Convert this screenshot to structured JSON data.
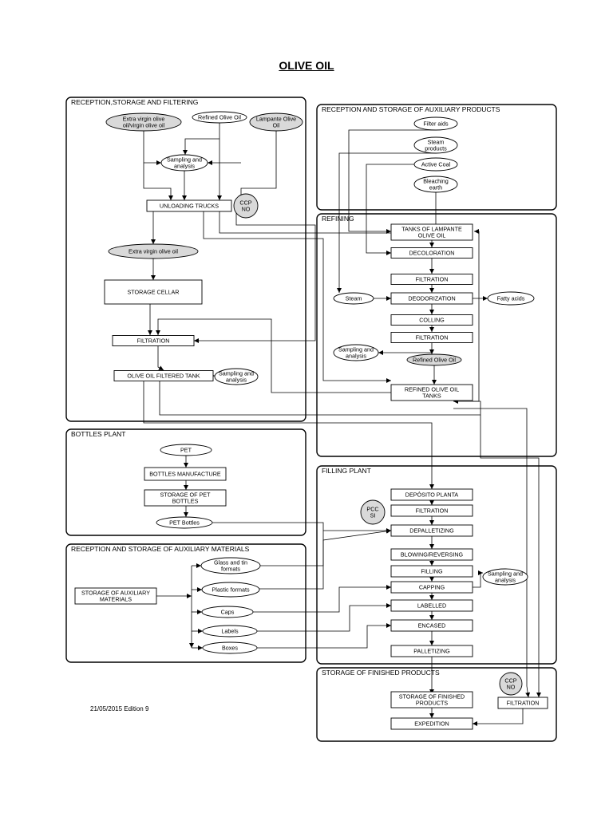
{
  "title": "OLIVE OIL",
  "footer": "21/05/2015 Edition 9",
  "sections": [
    {
      "id": "reception-storage-filtering",
      "label": "RECEPTION,STORAGE AND FILTERING"
    },
    {
      "id": "reception-auxiliary-products",
      "label": "RECEPTION AND STORAGE OF AUXILIARY PRODUCTS"
    },
    {
      "id": "refining",
      "label": "REFINING"
    },
    {
      "id": "bottles-plant",
      "label": "BOTTLES PLANT"
    },
    {
      "id": "filling-plant",
      "label": "FILLING PLANT"
    },
    {
      "id": "reception-auxiliary-materials",
      "label": "RECEPTION AND STORAGE OF AUXILIARY MATERIALS"
    },
    {
      "id": "storage-finished-products",
      "label": "STORAGE OF FINISHED PRODUCTS"
    }
  ],
  "nodes": [
    {
      "id": "extra-virgin-input",
      "shape": "ellipse",
      "fill": "#d9d9d9",
      "lines": [
        "Extra virgin olive",
        "oil/virgin olive oil"
      ]
    },
    {
      "id": "refined-olive-oil-input",
      "shape": "ellipse",
      "fill": "#ffffff",
      "lines": [
        "Refined Olive Oil"
      ]
    },
    {
      "id": "lampante-input",
      "shape": "ellipse",
      "fill": "#d9d9d9",
      "lines": [
        "Lampante Olive",
        "Oil"
      ]
    },
    {
      "id": "sampling-1",
      "shape": "ellipse",
      "fill": "#ffffff",
      "lines": [
        "Sampling and",
        "analysis"
      ]
    },
    {
      "id": "unloading-trucks",
      "shape": "rect",
      "lines": [
        "UNLOADING TRUCKS"
      ]
    },
    {
      "id": "ccp-no-1",
      "shape": "circle",
      "fill": "#d9d9d9",
      "lines": [
        "CCP",
        "NO"
      ]
    },
    {
      "id": "extra-virgin-oil",
      "shape": "ellipse",
      "fill": "#d9d9d9",
      "lines": [
        "Extra virgin olive oil"
      ]
    },
    {
      "id": "storage-cellar",
      "shape": "rect",
      "lines": [
        "STORAGE CELLAR"
      ]
    },
    {
      "id": "filtration-1",
      "shape": "rect",
      "lines": [
        "FILTRATION"
      ]
    },
    {
      "id": "filtered-tank",
      "shape": "rect",
      "lines": [
        "OLIVE OIL FILTERED TANK"
      ]
    },
    {
      "id": "sampling-2",
      "shape": "ellipse",
      "fill": "#ffffff",
      "lines": [
        "Sampling and",
        "analysis"
      ]
    },
    {
      "id": "filter-aids",
      "shape": "ellipse",
      "fill": "#ffffff",
      "lines": [
        "Filter aids"
      ]
    },
    {
      "id": "steam-products",
      "shape": "ellipse",
      "fill": "#ffffff",
      "lines": [
        "Steam",
        "products"
      ]
    },
    {
      "id": "active-coal",
      "shape": "ellipse",
      "fill": "#ffffff",
      "lines": [
        "Active Coal"
      ]
    },
    {
      "id": "bleaching-earth",
      "shape": "ellipse",
      "fill": "#ffffff",
      "lines": [
        "Bleaching",
        "earth"
      ]
    },
    {
      "id": "tanks-lampante",
      "shape": "rect",
      "lines": [
        "TANKS OF LAMPANTE",
        "OLIVE OIL"
      ]
    },
    {
      "id": "decoloration",
      "shape": "rect",
      "lines": [
        "DECOLORATION"
      ]
    },
    {
      "id": "filtration-2",
      "shape": "rect",
      "lines": [
        "FILTRATION"
      ]
    },
    {
      "id": "steam",
      "shape": "ellipse",
      "fill": "#ffffff",
      "lines": [
        "Steam"
      ]
    },
    {
      "id": "deodorization",
      "shape": "rect",
      "lines": [
        "DEODORIZATION"
      ]
    },
    {
      "id": "fatty-acids",
      "shape": "ellipse",
      "fill": "#ffffff",
      "lines": [
        "Fatty acids"
      ]
    },
    {
      "id": "colling",
      "shape": "rect",
      "lines": [
        "COLLING"
      ]
    },
    {
      "id": "filtration-3",
      "shape": "rect",
      "lines": [
        "FILTRATION"
      ]
    },
    {
      "id": "sampling-3",
      "shape": "ellipse",
      "fill": "#ffffff",
      "lines": [
        "Sampling and",
        "analysis"
      ]
    },
    {
      "id": "refined-olive-oil",
      "shape": "ellipse",
      "fill": "#d9d9d9",
      "lines": [
        "Refined Olive Oil"
      ]
    },
    {
      "id": "refined-tanks",
      "shape": "rect",
      "lines": [
        "REFINED OLIVE OIL",
        "TANKS"
      ]
    },
    {
      "id": "pet",
      "shape": "ellipse",
      "fill": "#ffffff",
      "lines": [
        "PET"
      ]
    },
    {
      "id": "bottles-manufacture",
      "shape": "rect",
      "lines": [
        "BOTTLES MANUFACTURE"
      ]
    },
    {
      "id": "storage-pet-bottles",
      "shape": "rect",
      "lines": [
        "STORAGE OF PET",
        "BOTTLES"
      ]
    },
    {
      "id": "pet-bottles",
      "shape": "ellipse",
      "fill": "#ffffff",
      "lines": [
        "PET Bottles"
      ]
    },
    {
      "id": "storage-auxiliary",
      "shape": "rect",
      "lines": [
        "STORAGE OF AUXILIARY",
        "MATERIALS"
      ]
    },
    {
      "id": "glass-tin",
      "shape": "ellipse",
      "fill": "#ffffff",
      "lines": [
        "Glass and tin",
        "formats"
      ]
    },
    {
      "id": "plastic-formats",
      "shape": "ellipse",
      "fill": "#ffffff",
      "lines": [
        "Plastic formats"
      ]
    },
    {
      "id": "caps",
      "shape": "ellipse",
      "fill": "#ffffff",
      "lines": [
        "Caps"
      ]
    },
    {
      "id": "labels",
      "shape": "ellipse",
      "fill": "#ffffff",
      "lines": [
        "Labels"
      ]
    },
    {
      "id": "boxes",
      "shape": "ellipse",
      "fill": "#ffffff",
      "lines": [
        "Boxes"
      ]
    },
    {
      "id": "deposito-planta",
      "shape": "rect",
      "lines": [
        "DEPÓSITO PLANTA"
      ]
    },
    {
      "id": "filtration-4",
      "shape": "rect",
      "lines": [
        "FILTRATION"
      ]
    },
    {
      "id": "pcc-si",
      "shape": "circle",
      "fill": "#d9d9d9",
      "lines": [
        "PCC",
        "SI"
      ]
    },
    {
      "id": "depalletizing",
      "shape": "rect",
      "lines": [
        "DEPALLETIZING"
      ]
    },
    {
      "id": "blowing",
      "shape": "rect",
      "lines": [
        "BLOWING/REVERSING"
      ]
    },
    {
      "id": "filling",
      "shape": "rect",
      "lines": [
        "FILLING"
      ]
    },
    {
      "id": "sampling-4",
      "shape": "ellipse",
      "fill": "#ffffff",
      "lines": [
        "Sampling and",
        "analysis"
      ]
    },
    {
      "id": "capping",
      "shape": "rect",
      "lines": [
        "CAPPING"
      ]
    },
    {
      "id": "labelled",
      "shape": "rect",
      "lines": [
        "LABELLED"
      ]
    },
    {
      "id": "encased",
      "shape": "rect",
      "lines": [
        "ENCASED"
      ]
    },
    {
      "id": "palletizing",
      "shape": "rect",
      "lines": [
        "PALLETIZING"
      ]
    },
    {
      "id": "storage-finished",
      "shape": "rect",
      "lines": [
        "STORAGE OF FINISHED",
        "PRODUCTS"
      ]
    },
    {
      "id": "filtration-5",
      "shape": "rect",
      "lines": [
        "FILTRATION"
      ]
    },
    {
      "id": "ccp-no-2",
      "shape": "circle",
      "fill": "#d9d9d9",
      "lines": [
        "CCP",
        "NO"
      ]
    },
    {
      "id": "expedition",
      "shape": "rect",
      "lines": [
        "EXPEDITION"
      ]
    }
  ]
}
